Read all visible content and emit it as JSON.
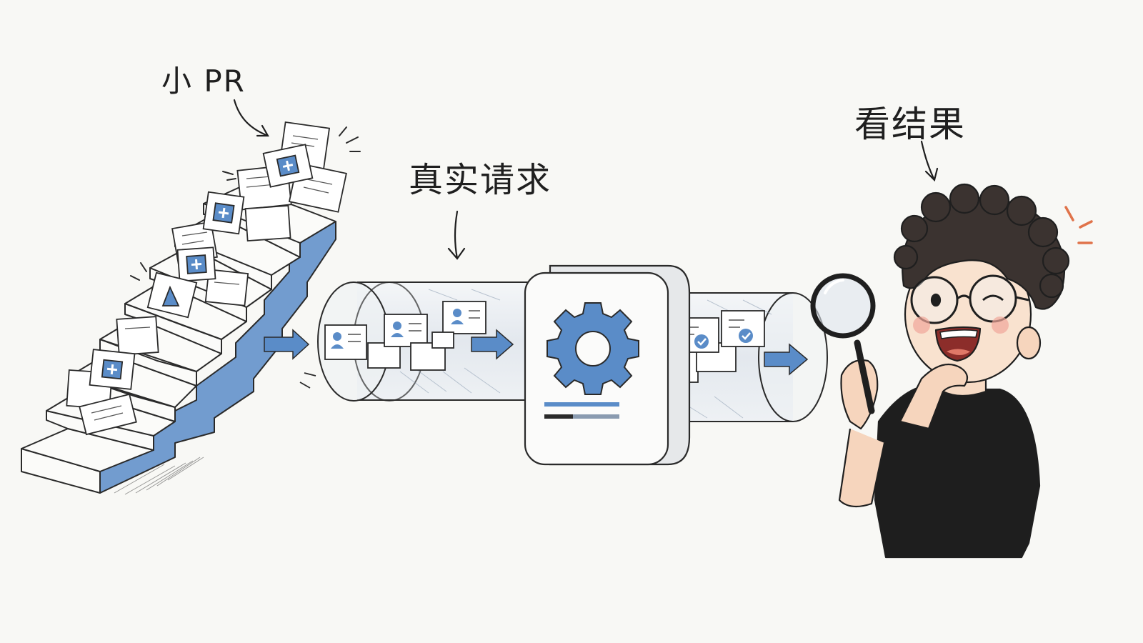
{
  "labels": {
    "small_pr": "小 PR",
    "real_request": "真实请求",
    "see_result": "看结果"
  },
  "icons": {
    "stairs": "staircase-of-documents",
    "pr_doc": "plus-document-icon",
    "request_card": "user-card-icon",
    "processor": "gear-icon",
    "result_card": "check-card-icon",
    "flow_arrow": "right-arrow-icon",
    "inspector": "magnifying-glass-icon",
    "person": "curly-haired-person-with-glasses"
  },
  "colors": {
    "background": "#f8f8f5",
    "ink": "#1f1f1f",
    "accent_blue": "#5a8cc8",
    "tube_fill": "#e6ebf0",
    "highlight_orange": "#e0734a"
  }
}
